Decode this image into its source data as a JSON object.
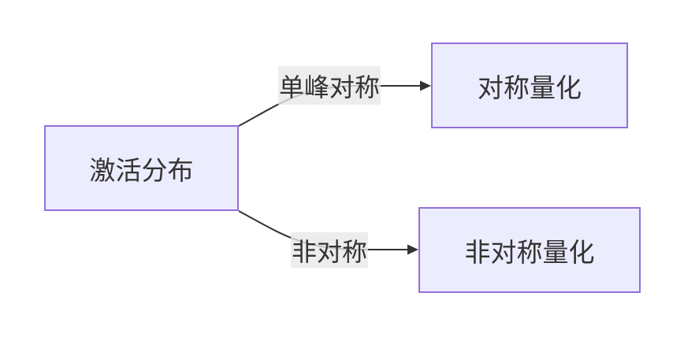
{
  "diagram": {
    "type": "flowchart",
    "direction": "left-to-right",
    "nodes": [
      {
        "id": "activation-distribution",
        "label": "激活分布"
      },
      {
        "id": "symmetric-quantization",
        "label": "对称量化"
      },
      {
        "id": "asymmetric-quantization",
        "label": "非对称量化"
      }
    ],
    "edges": [
      {
        "from": "activation-distribution",
        "to": "symmetric-quantization",
        "label": "单峰对称"
      },
      {
        "from": "activation-distribution",
        "to": "asymmetric-quantization",
        "label": "非对称"
      }
    ]
  },
  "theme": {
    "background": "#ffffff",
    "node_fill": "#ECECFF",
    "node_stroke": "#9370DB",
    "edge_color": "#333333",
    "edge_label_bg": "rgba(232,232,232,0.8)",
    "text_color": "#333333"
  }
}
